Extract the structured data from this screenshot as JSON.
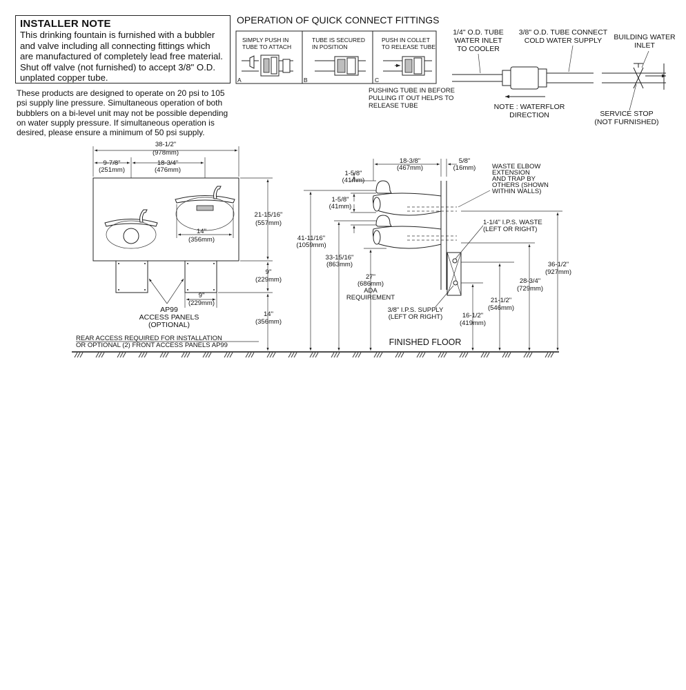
{
  "installer_note": {
    "title": "INSTALLER NOTE",
    "lines": [
      "This drinking fountain is furnished with a bubbler",
      "and valve including all connecting fittings which",
      "are manufactured of completely lead free material.",
      "Shut off valve (not furnished) to accept 3/8\" O.D.",
      "unplated copper tube."
    ]
  },
  "pressure_note": {
    "lines": [
      "These products are designed to operate on 20 psi to 105",
      "psi supply line pressure. Simultaneous operation of both",
      "bubblers on a bi-level unit may not be possible depending",
      "on water supply pressure. If simultaneous operation is",
      "desired, please ensure a minimum of 50 psi supply."
    ]
  },
  "quick_connect": {
    "title": "OPERATION OF QUICK CONNECT FITTINGS",
    "panels": [
      {
        "letter": "A",
        "line1": "SIMPLY PUSH IN",
        "line2": "TUBE TO ATTACH"
      },
      {
        "letter": "B",
        "line1": "TUBE IS SECURED",
        "line2": "IN POSITION"
      },
      {
        "letter": "C",
        "line1": "PUSH IN COLLET",
        "line2": "TO RELEASE TUBE"
      }
    ],
    "pushing_note": [
      "PUSHING TUBE IN BEFORE",
      "PULLING IT OUT HELPS TO",
      "RELEASE TUBE"
    ]
  },
  "supply": {
    "inlet_label": [
      "1/4\" O.D. TUBE",
      "WATER INLET",
      "TO COOLER"
    ],
    "connect_label": [
      "3/8\" O.D. TUBE CONNECT",
      "COLD WATER SUPPLY"
    ],
    "building_label": [
      "BUILDING WATER",
      "INLET"
    ],
    "direction_note": [
      "NOTE : WATERFLOR",
      "DIRECTION"
    ],
    "service_stop": [
      "SERVICE STOP",
      "(NOT FURNISHED)"
    ]
  },
  "front_view": {
    "overall_width": [
      "38-1/2\"",
      "(978mm)"
    ],
    "left_offset": [
      "9-7/8\"",
      "(251mm)"
    ],
    "bubbler_spacing": [
      "18-3/4\"",
      "(476mm)"
    ],
    "basin_width": [
      "14\"",
      "(356mm)"
    ],
    "height": [
      "21-15/16\"",
      "(557mm)"
    ],
    "panel_gap": [
      "9\"",
      "(229mm)"
    ],
    "panel_width": [
      "9\"",
      "(229mm)"
    ],
    "panel_height": [
      "14\"",
      "(356mm)"
    ],
    "access_panels": [
      "AP99",
      "ACCESS PANELS",
      "(OPTIONAL)"
    ],
    "rear_access": [
      "REAR ACCESS REQUIRED FOR INSTALLATION",
      "OR OPTIONAL (2) FRONT ACCESS PANELS AP99"
    ]
  },
  "side_view": {
    "depth": [
      "18-3/8\"",
      "(467mm)"
    ],
    "wall_offset": [
      "5/8\"",
      "(16mm)"
    ],
    "waste_elbow": [
      "WASTE ELBOW",
      "EXTENSION",
      "AND TRAP BY",
      "OTHERS (SHOWN",
      "WITHIN WALLS)"
    ],
    "top_gap_1": [
      "1-5/8\"",
      "(41mm)"
    ],
    "top_gap_2": [
      "1-5/8\"",
      "(41mm)"
    ],
    "overall_height": [
      "41-11/16\"",
      "(1059mm)"
    ],
    "lower_height": [
      "33-15/16\"",
      "(863mm)"
    ],
    "ada": [
      "27\"",
      "(686mm)",
      "ADA",
      "REQUIREMENT"
    ],
    "waste": [
      "1-1/4\" I.P.S. WASTE",
      "(LEFT OR RIGHT)"
    ],
    "supply_ips": [
      "3/8\" I.P.S. SUPPLY",
      "(LEFT OR RIGHT)"
    ],
    "waste_height": [
      "36-1/2\"",
      "(927mm)"
    ],
    "upper_waste_height": [
      "28-3/4\"",
      "(729mm)"
    ],
    "supply_height": [
      "21-1/2\"",
      "(546mm)"
    ],
    "supply_low_height": [
      "16-1/2\"",
      "(419mm)"
    ],
    "finished_floor": "FINISHED FLOOR"
  }
}
